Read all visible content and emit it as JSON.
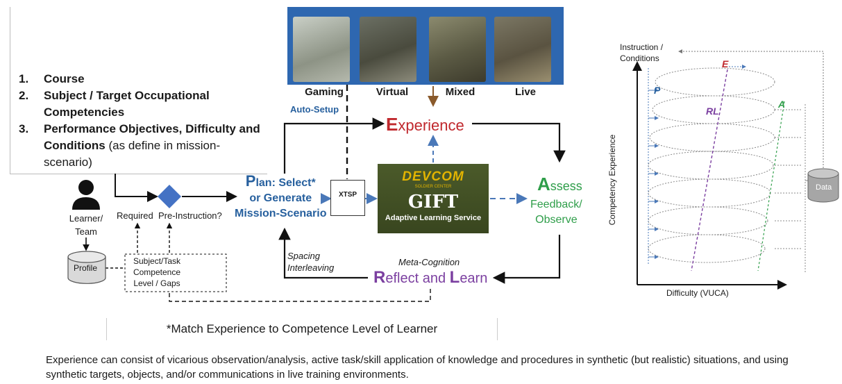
{
  "list": {
    "items": [
      {
        "num": "1.",
        "bold": "Course",
        "rest": ""
      },
      {
        "num": "2.",
        "bold": "Subject / Target Occupational Competencies",
        "rest": ""
      },
      {
        "num": "3.",
        "bold": "Performance Objectives, Difficulty and Conditions",
        "rest": " (as define in mission-scenario)"
      }
    ]
  },
  "photos": {
    "labels": [
      "Gaming",
      "Virtual",
      "Mixed",
      "Live"
    ]
  },
  "flow": {
    "auto_setup": "Auto-Setup",
    "experience_E": "E",
    "experience_rest": "xperience",
    "plan_P": "P",
    "plan_line1_rest": "lan: Select*",
    "plan_line2": "or Generate",
    "plan_line3": "Mission-Scenario",
    "xtsp": "XTSP",
    "gift_logo": "DEVCOM",
    "gift_logo_sub": "SOLDIER CENTER",
    "gift_title": "GIFT",
    "gift_subtitle": "Adaptive Learning Service",
    "assess_A": "A",
    "assess_rest": "ssess",
    "feedback_line1": "Feedback/",
    "feedback_line2": "Observe",
    "meta": "Meta-Cognition",
    "spacing_line1": "Spacing",
    "spacing_line2": "Interleaving",
    "reflect_R": "R",
    "reflect_mid": "eflect and ",
    "reflect_L": "L",
    "reflect_end": "earn",
    "learner_line1": "Learner/",
    "learner_line2": "Team",
    "required": "Required",
    "preinstruction": "Pre-Instruction?",
    "profile": "Profile",
    "gaps_line1": "Subject/Task",
    "gaps_line2": "Competence",
    "gaps_line3": "Level / Gaps"
  },
  "spiral": {
    "y_top_line1": "Instruction /",
    "y_top_line2": "Conditions",
    "y_axis": "Competency Experience",
    "x_axis": "Difficulty (VUCA)",
    "label_E": "E",
    "label_P": "P",
    "label_RL": "RL",
    "label_A": "A",
    "data": "Data"
  },
  "footer": {
    "match": "*Match Experience to Competence Level of Learner",
    "caption": "Experience can consist of vicarious observation/analysis, active task/skill application of knowledge and procedures in synthetic (but realistic) situations, and using synthetic targets, objects, and/or communications in live training environments."
  },
  "colors": {
    "plan": "#27609e",
    "experience": "#c0282d",
    "assess": "#2f9e4a",
    "reflect": "#7b3fa0",
    "strip": "#2e67b0"
  }
}
